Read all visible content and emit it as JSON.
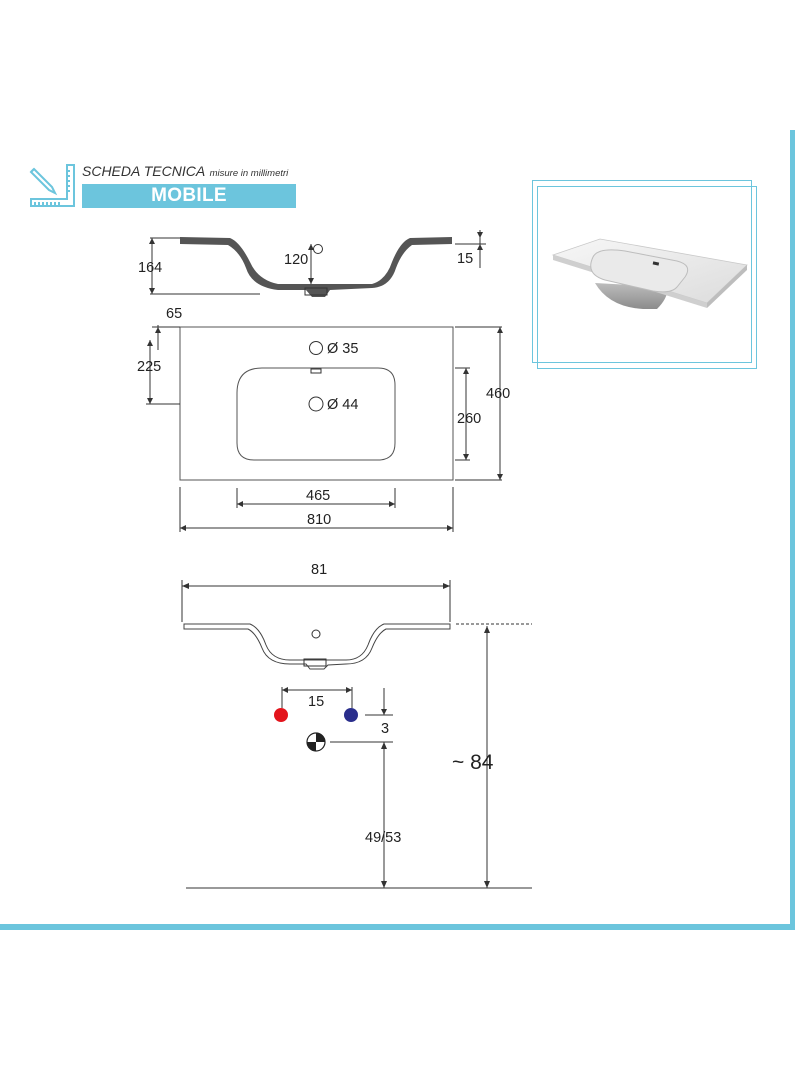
{
  "header": {
    "title": "SCHEDA TECNICA",
    "subtitle": "misure in millimetri",
    "section": "MOBILE",
    "icon": "ruler-pencil-icon"
  },
  "colors": {
    "accent": "#6cc5dd",
    "hot_tap": "#e3141c",
    "cold_tap": "#2a2e8c",
    "basin_section": "#555555"
  },
  "side_view": {
    "height": "164",
    "bowl_depth": "120",
    "rim": "15"
  },
  "top_view": {
    "hole_top": "Ø 35",
    "hole_drain": "Ø 44",
    "edge": "65",
    "tap_offset": "225",
    "depth": "460",
    "bowl_depth": "260",
    "bowl_width": "465",
    "width": "810"
  },
  "install_view": {
    "width": "81",
    "tap_spacing": "15",
    "drop": "3",
    "outlet_height": "49/53",
    "total_height": "~ 84"
  }
}
